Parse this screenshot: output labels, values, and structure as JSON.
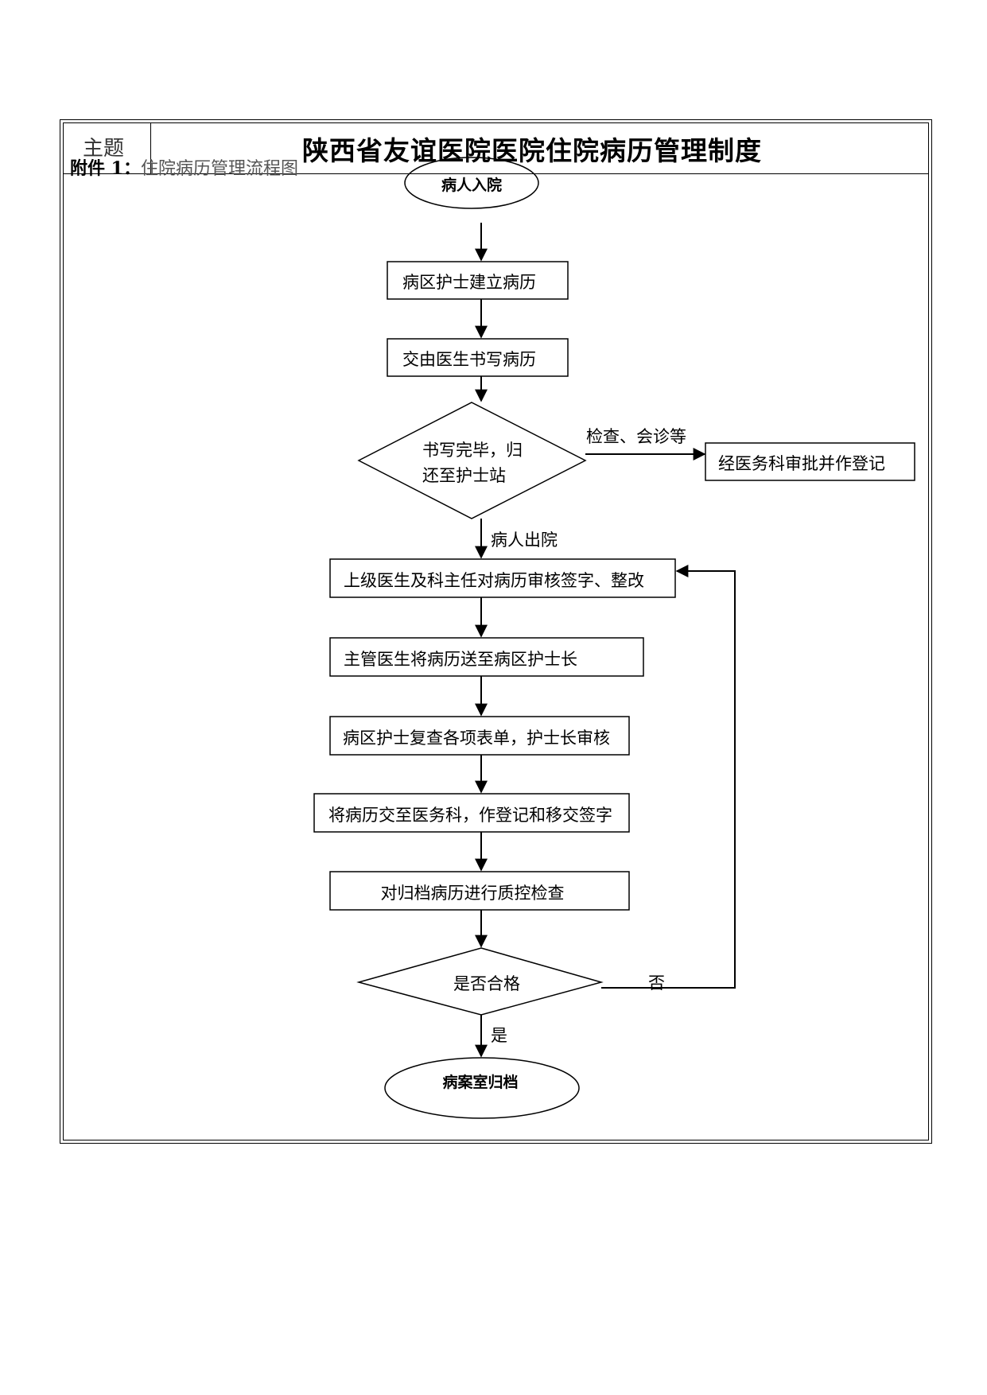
{
  "header": {
    "subject_label": "主题",
    "title": "陕西省友谊医院医院住院病历管理制度",
    "attachment_prefix": "附件 1：",
    "attachment_text": "住院病历管理流程图"
  },
  "flowchart": {
    "nodes": {
      "admit": "病人入院",
      "nurse_create": "病区护士建立病历",
      "doctor_write": "交由医生书写病历",
      "decision_return_line1": "书写完毕，归",
      "decision_return_line2": "还至护士站",
      "medical_office": "经医务科审批并作登记",
      "senior_review": "上级医生及科主任对病历审核签字、整改",
      "send_head_nurse": "主管医生将病历送至病区护士长",
      "nurse_recheck": "病区护士复查各项表单，护士长审核",
      "transfer": "将病历交至医务科，作登记和移交签字",
      "qc_check": "对归档病历进行质控检查",
      "decision_qualified": "是否合格",
      "archive": "病案室归档"
    },
    "edges": {
      "to_medical_office": "检查、会诊等",
      "discharge": "病人出院",
      "no": "否",
      "yes": "是"
    }
  }
}
